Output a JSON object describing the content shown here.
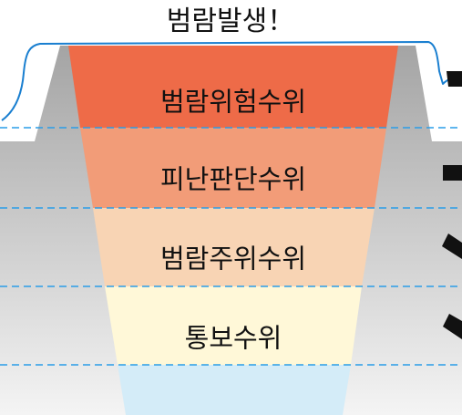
{
  "title": "범람발생！",
  "levels": [
    {
      "label": "범람위험수위",
      "color": "#ee6b48"
    },
    {
      "label": "피난판단수위",
      "color": "#f29c78"
    },
    {
      "label": "범람주위수위",
      "color": "#f8d4b4"
    },
    {
      "label": "통보수위",
      "color": "#fff8d8"
    }
  ],
  "water_color": "#d4ecf8",
  "bank_color": "#a9a9a9",
  "overflow_line_color": "#1a7fd0",
  "threshold_line_color": "#2a9de8",
  "marker_color": "#111111"
}
